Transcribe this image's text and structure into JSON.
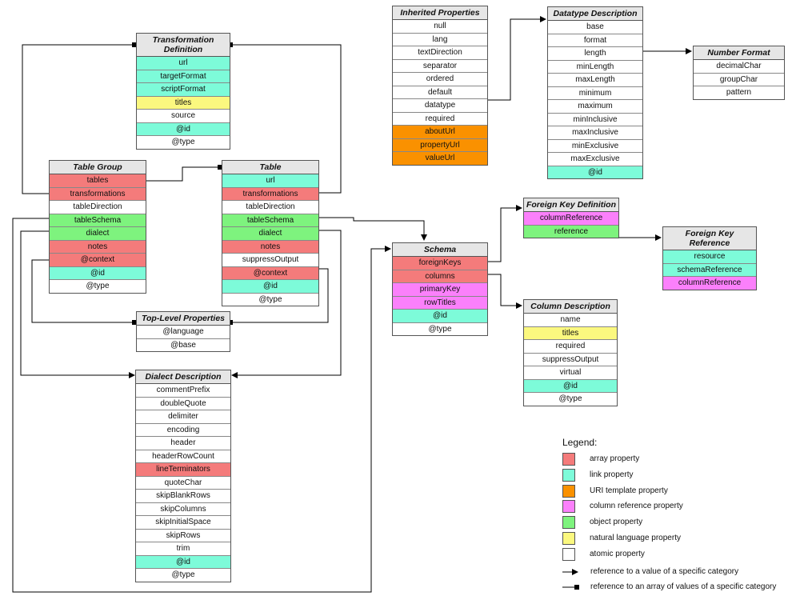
{
  "boxes": {
    "inherited": {
      "title": "Inherited Properties",
      "rows": [
        {
          "label": "null",
          "kind": "atomic"
        },
        {
          "label": "lang",
          "kind": "atomic"
        },
        {
          "label": "textDirection",
          "kind": "atomic"
        },
        {
          "label": "separator",
          "kind": "atomic"
        },
        {
          "label": "ordered",
          "kind": "atomic"
        },
        {
          "label": "default",
          "kind": "atomic"
        },
        {
          "label": "datatype",
          "kind": "atomic"
        },
        {
          "label": "required",
          "kind": "atomic"
        },
        {
          "label": "aboutUrl",
          "kind": "uri"
        },
        {
          "label": "propertyUrl",
          "kind": "uri"
        },
        {
          "label": "valueUrl",
          "kind": "uri"
        }
      ]
    },
    "datatype": {
      "title": "Datatype Description",
      "rows": [
        {
          "label": "base",
          "kind": "atomic"
        },
        {
          "label": "format",
          "kind": "atomic"
        },
        {
          "label": "length",
          "kind": "atomic"
        },
        {
          "label": "minLength",
          "kind": "atomic"
        },
        {
          "label": "maxLength",
          "kind": "atomic"
        },
        {
          "label": "minimum",
          "kind": "atomic"
        },
        {
          "label": "maximum",
          "kind": "atomic"
        },
        {
          "label": "minInclusive",
          "kind": "atomic"
        },
        {
          "label": "maxInclusive",
          "kind": "atomic"
        },
        {
          "label": "minExclusive",
          "kind": "atomic"
        },
        {
          "label": "maxExclusive",
          "kind": "atomic"
        },
        {
          "label": "@id",
          "kind": "link"
        }
      ]
    },
    "numberformat": {
      "title": "Number Format",
      "rows": [
        {
          "label": "decimalChar",
          "kind": "atomic"
        },
        {
          "label": "groupChar",
          "kind": "atomic"
        },
        {
          "label": "pattern",
          "kind": "atomic"
        }
      ]
    },
    "transformation": {
      "title": "Transformation Definition",
      "rows": [
        {
          "label": "url",
          "kind": "link"
        },
        {
          "label": "targetFormat",
          "kind": "link"
        },
        {
          "label": "scriptFormat",
          "kind": "link"
        },
        {
          "label": "titles",
          "kind": "natlang"
        },
        {
          "label": "source",
          "kind": "atomic"
        },
        {
          "label": "@id",
          "kind": "link"
        },
        {
          "label": "@type",
          "kind": "atomic"
        }
      ]
    },
    "tablegroup": {
      "title": "Table Group",
      "rows": [
        {
          "label": "tables",
          "kind": "array"
        },
        {
          "label": "transformations",
          "kind": "array"
        },
        {
          "label": "tableDirection",
          "kind": "atomic"
        },
        {
          "label": "tableSchema",
          "kind": "object"
        },
        {
          "label": "dialect",
          "kind": "object"
        },
        {
          "label": "notes",
          "kind": "array"
        },
        {
          "label": "@context",
          "kind": "array"
        },
        {
          "label": "@id",
          "kind": "link"
        },
        {
          "label": "@type",
          "kind": "atomic"
        }
      ]
    },
    "table": {
      "title": "Table",
      "rows": [
        {
          "label": "url",
          "kind": "link"
        },
        {
          "label": "transformations",
          "kind": "array"
        },
        {
          "label": "tableDirection",
          "kind": "atomic"
        },
        {
          "label": "tableSchema",
          "kind": "object"
        },
        {
          "label": "dialect",
          "kind": "object"
        },
        {
          "label": "notes",
          "kind": "array"
        },
        {
          "label": "suppressOutput",
          "kind": "atomic"
        },
        {
          "label": "@context",
          "kind": "array"
        },
        {
          "label": "@id",
          "kind": "link"
        },
        {
          "label": "@type",
          "kind": "atomic"
        }
      ]
    },
    "toplevel": {
      "title": "Top-Level Properties",
      "rows": [
        {
          "label": "@language",
          "kind": "atomic"
        },
        {
          "label": "@base",
          "kind": "atomic"
        }
      ]
    },
    "dialect": {
      "title": "Dialect Description",
      "rows": [
        {
          "label": "commentPrefix",
          "kind": "atomic"
        },
        {
          "label": "doubleQuote",
          "kind": "atomic"
        },
        {
          "label": "delimiter",
          "kind": "atomic"
        },
        {
          "label": "encoding",
          "kind": "atomic"
        },
        {
          "label": "header",
          "kind": "atomic"
        },
        {
          "label": "headerRowCount",
          "kind": "atomic"
        },
        {
          "label": "lineTerminators",
          "kind": "array"
        },
        {
          "label": "quoteChar",
          "kind": "atomic"
        },
        {
          "label": "skipBlankRows",
          "kind": "atomic"
        },
        {
          "label": "skipColumns",
          "kind": "atomic"
        },
        {
          "label": "skipInitialSpace",
          "kind": "atomic"
        },
        {
          "label": "skipRows",
          "kind": "atomic"
        },
        {
          "label": "trim",
          "kind": "atomic"
        },
        {
          "label": "@id",
          "kind": "link"
        },
        {
          "label": "@type",
          "kind": "atomic"
        }
      ]
    },
    "schema": {
      "title": "Schema",
      "rows": [
        {
          "label": "foreignKeys",
          "kind": "array"
        },
        {
          "label": "columns",
          "kind": "array"
        },
        {
          "label": "primaryKey",
          "kind": "colref"
        },
        {
          "label": "rowTitles",
          "kind": "colref"
        },
        {
          "label": "@id",
          "kind": "link"
        },
        {
          "label": "@type",
          "kind": "atomic"
        }
      ]
    },
    "fkdef": {
      "title": "Foreign Key Definition",
      "rows": [
        {
          "label": "columnReference",
          "kind": "colref"
        },
        {
          "label": "reference",
          "kind": "object"
        }
      ]
    },
    "fkref": {
      "title": "Foreign Key Reference",
      "rows": [
        {
          "label": "resource",
          "kind": "link"
        },
        {
          "label": "schemaReference",
          "kind": "link"
        },
        {
          "label": "columnReference",
          "kind": "colref"
        }
      ]
    },
    "column": {
      "title": "Column Description",
      "rows": [
        {
          "label": "name",
          "kind": "atomic"
        },
        {
          "label": "titles",
          "kind": "natlang"
        },
        {
          "label": "required",
          "kind": "atomic"
        },
        {
          "label": "suppressOutput",
          "kind": "atomic"
        },
        {
          "label": "virtual",
          "kind": "atomic"
        },
        {
          "label": "@id",
          "kind": "link"
        },
        {
          "label": "@type",
          "kind": "atomic"
        }
      ]
    }
  },
  "legend": {
    "title": "Legend:",
    "items": [
      {
        "label": "array property",
        "color": "#f47b7b"
      },
      {
        "label": "link property",
        "color": "#7dfbd9"
      },
      {
        "label": "URI template property",
        "color": "#fa9100"
      },
      {
        "label": "column reference property",
        "color": "#fb80fb"
      },
      {
        "label": "object property",
        "color": "#7ef37e"
      },
      {
        "label": "natural language property",
        "color": "#fbf87f"
      },
      {
        "label": "atomic property",
        "color": "#ffffff"
      }
    ],
    "arrow_value": "reference to a value of a specific category",
    "arrow_array": "reference to an array of values of a specific category"
  }
}
